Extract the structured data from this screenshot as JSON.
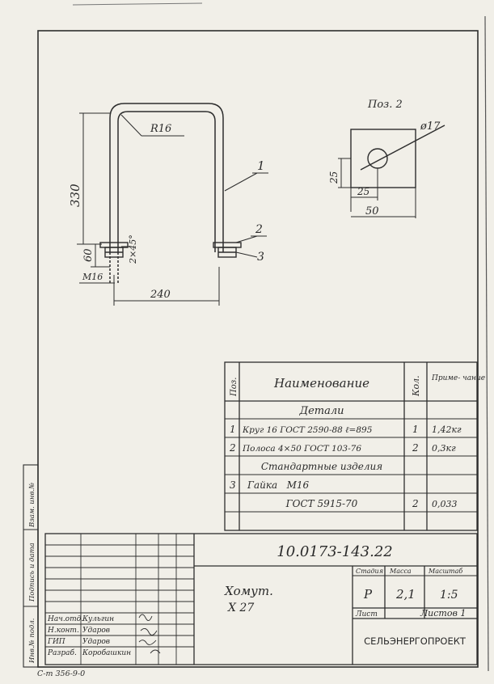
{
  "drawing": {
    "pos2_label": "Поз. 2",
    "callouts": [
      "1",
      "2",
      "3"
    ],
    "dims": {
      "radius": "R16",
      "height": "330",
      "thread_len": "60",
      "chamfer": "2×45°",
      "thread": "M16",
      "width": "240",
      "hole": "ø17",
      "plate_half": "25",
      "plate_side_a": "25",
      "plate_side_b": "50"
    }
  },
  "spec_table": {
    "headers": {
      "pos": "Поз.",
      "name": "Наименование",
      "qty": "Кол.",
      "note": "Приме- чание"
    },
    "rows": [
      {
        "pos": "",
        "name": "Детали",
        "qty": "",
        "note": ""
      },
      {
        "pos": "1",
        "name": "Круг 16 ГОСТ 2590-88 ℓ=895",
        "qty": "1",
        "note": "1,42кг"
      },
      {
        "pos": "2",
        "name": "Полоса 4×50 ГОСТ 103-76",
        "qty": "2",
        "note": "0,3кг"
      },
      {
        "pos": "",
        "name": "Стандартные изделия",
        "qty": "",
        "note": ""
      },
      {
        "pos": "3",
        "name": "Гайка   М16",
        "qty": "",
        "note": ""
      },
      {
        "pos": "",
        "name": "ГОСТ 5915-70",
        "qty": "2",
        "note": "0,033"
      }
    ]
  },
  "title_block": {
    "doc_number": "10.0173-143.22",
    "item_name": "Хомут.",
    "item_code": "Х 27",
    "stage_label": "Стадия",
    "mass_label": "Масса",
    "scale_label": "Масштаб",
    "stage": "Р",
    "mass": "2,1",
    "scale": "1:5",
    "sheet_label": "Лист",
    "sheets_label": "Листов 1",
    "org": "СЕЛЬЭНЕРГОПРОЕКТ",
    "signers": [
      {
        "role": "Нач.отд.",
        "name": "Кульгин"
      },
      {
        "role": "Н.конт.",
        "name": "Ударов"
      },
      {
        "role": "ГИП",
        "name": "Ударов"
      },
      {
        "role": "Разраб.",
        "name": "Коробашкин"
      }
    ]
  },
  "side_stamp": [
    "Инв.№ подл.",
    "Подпись и дата",
    "Взам. инв.№"
  ],
  "bottom_code": "С-т 356-9-0"
}
